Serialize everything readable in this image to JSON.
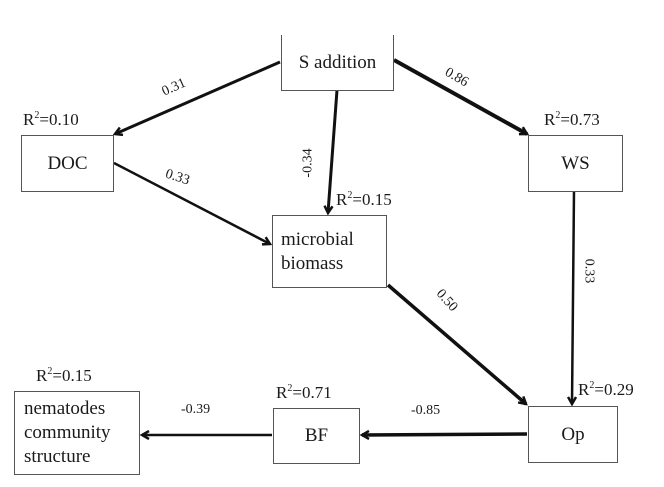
{
  "diagram": {
    "type": "structural equation model path diagram",
    "nodes": [
      {
        "id": "s_addition",
        "label": "S addition",
        "r2": null
      },
      {
        "id": "doc",
        "label": "DOC",
        "r2": "0.10"
      },
      {
        "id": "ws",
        "label": "WS",
        "r2": "0.73"
      },
      {
        "id": "microbial_biomass",
        "label_lines": [
          "microbial",
          "biomass"
        ],
        "r2": "0.15"
      },
      {
        "id": "op",
        "label": "Op",
        "r2": "0.29"
      },
      {
        "id": "bf",
        "label": "BF",
        "r2": "0.71"
      },
      {
        "id": "nematodes",
        "label_lines": [
          "nematodes",
          "community",
          "structure"
        ],
        "r2": "0.15"
      }
    ],
    "paths": [
      {
        "from": "s_addition",
        "to": "doc",
        "coef": "0.31"
      },
      {
        "from": "s_addition",
        "to": "microbial_biomass",
        "coef": "-0.34"
      },
      {
        "from": "s_addition",
        "to": "ws",
        "coef": "0.86"
      },
      {
        "from": "doc",
        "to": "microbial_biomass",
        "coef": "0.33"
      },
      {
        "from": "ws",
        "to": "op",
        "coef": "0.33"
      },
      {
        "from": "microbial_biomass",
        "to": "op",
        "coef": "0.50"
      },
      {
        "from": "op",
        "to": "bf",
        "coef": "-0.85"
      },
      {
        "from": "bf",
        "to": "nematodes",
        "coef": "-0.39"
      }
    ],
    "r2_prefix": "R",
    "r2_sup": "2",
    "r2_eq": "=",
    "colors": {
      "line": "#111111",
      "box_border": "#555555",
      "text": "#1a1a1a"
    }
  }
}
